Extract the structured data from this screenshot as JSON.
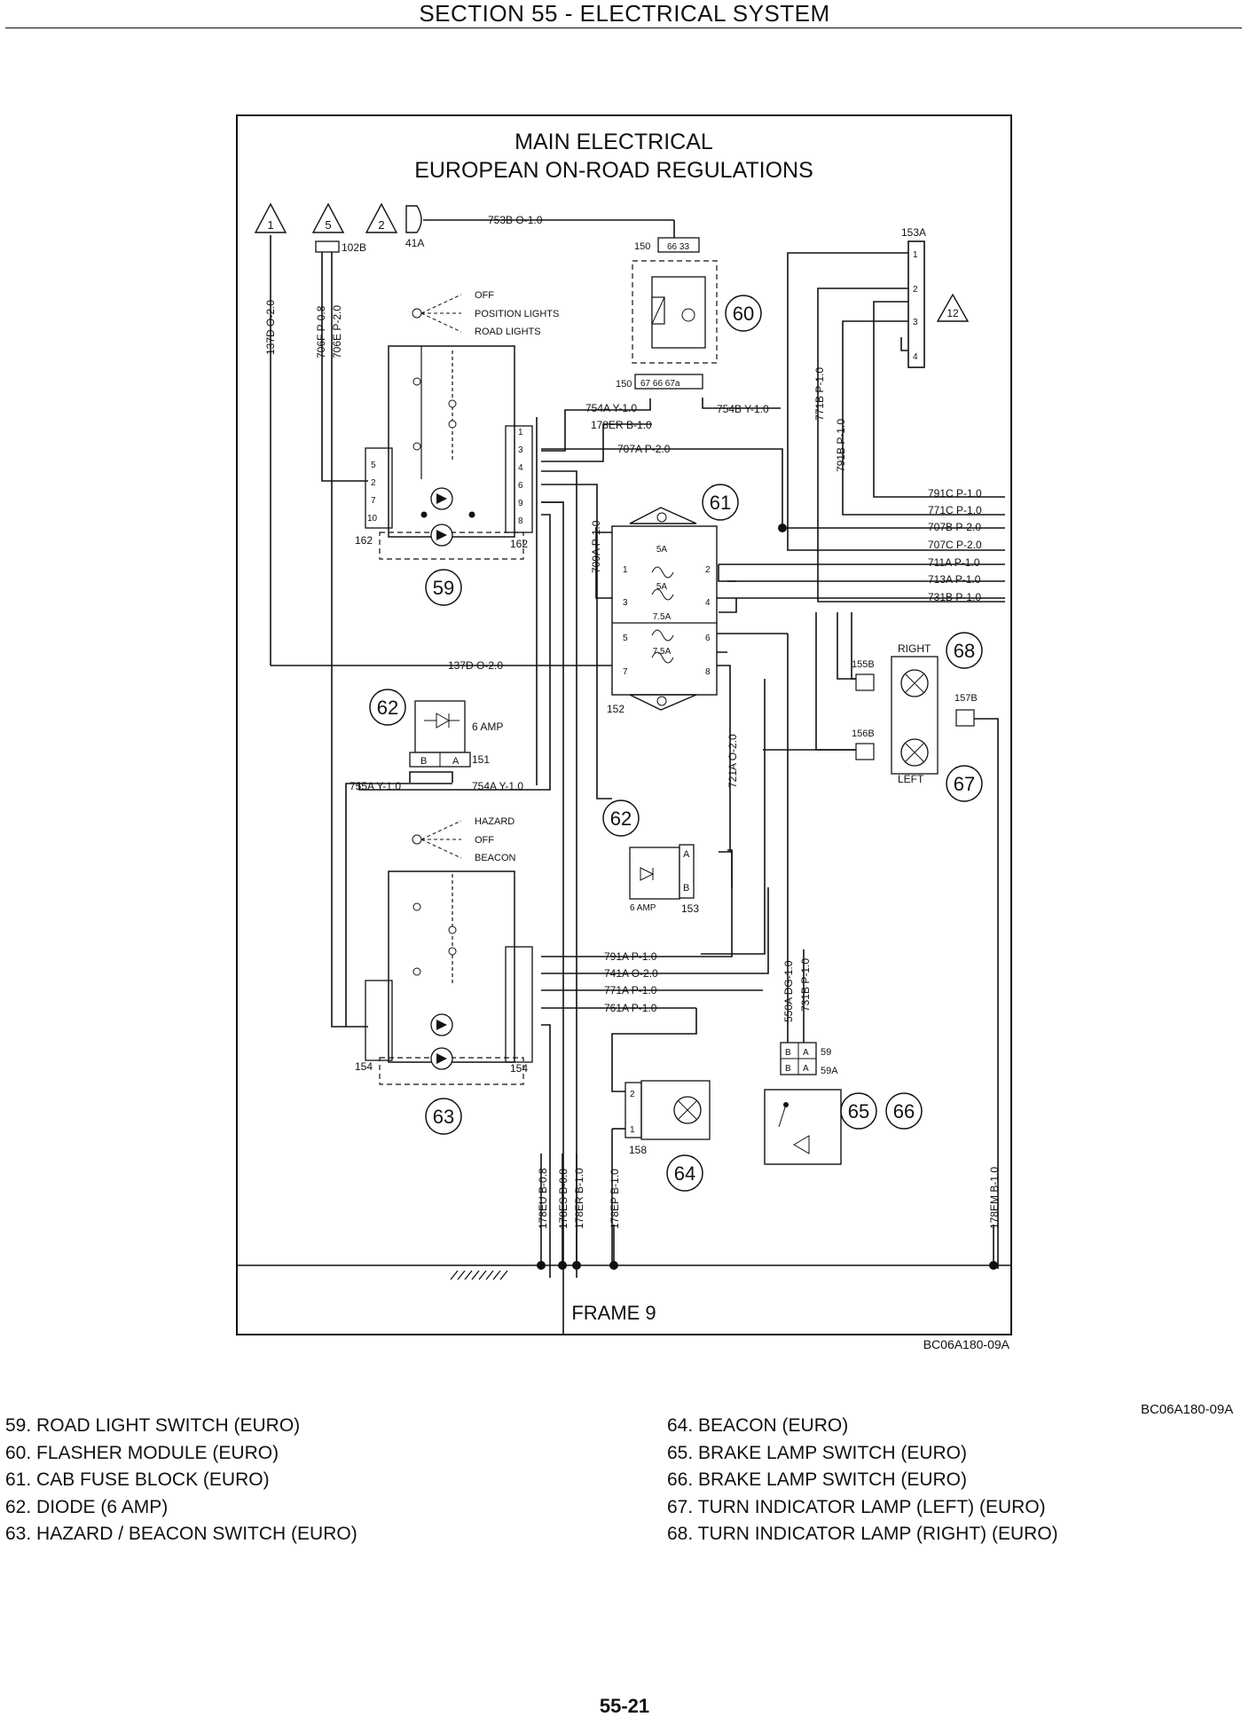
{
  "header": {
    "section_title": "SECTION 55 - ELECTRICAL SYSTEM"
  },
  "diagram": {
    "title_line1": "MAIN ELECTRICAL",
    "title_line2": "EUROPEAN ON-ROAD REGULATIONS",
    "figure_code": "BC06A180-09A",
    "frame_label": "FRAME 9",
    "sheet_refs": [
      "1",
      "5",
      "2",
      "12"
    ],
    "connectors": {
      "c41a": "41A",
      "c102b": "102B",
      "c150": "150",
      "c153a": "153A",
      "c162": "162",
      "c151": "151",
      "c152": "152",
      "c153": "153",
      "c154": "154",
      "c155b": "155B",
      "c156b": "156B",
      "c157b": "157B",
      "c158": "158",
      "c59": "59",
      "c59a": "59A"
    },
    "callouts": [
      "59",
      "60",
      "61",
      "62",
      "62",
      "63",
      "64",
      "65",
      "66",
      "67",
      "68"
    ],
    "switch59_positions": [
      "OFF",
      "POSITION LIGHTS",
      "ROAD LIGHTS"
    ],
    "switch63_positions": [
      "HAZARD",
      "OFF",
      "BEACON"
    ],
    "flasher_pins_top": "66   33",
    "flasher_pins_bottom": "67  66 67a",
    "fuse_ratings": [
      "5A",
      "5A",
      "7.5A",
      "7.5A"
    ],
    "fuse_pins": [
      "1",
      "2",
      "3",
      "4",
      "5",
      "6",
      "7",
      "8"
    ],
    "diode_rating_1": "6 AMP",
    "diode_rating_2": "6 AMP",
    "diode_pins": [
      "B",
      "A"
    ],
    "lamp_labels": {
      "right": "RIGHT",
      "left": "LEFT"
    },
    "switch_pins_left": [
      "5",
      "2",
      "7",
      "10"
    ],
    "switch_pins_right": [
      "1",
      "3",
      "4",
      "6",
      "9",
      "8"
    ],
    "relay_pins_153a": [
      "1",
      "2",
      "3",
      "4"
    ],
    "beacon_pins": [
      "2",
      "1"
    ],
    "brake_pins": [
      "B",
      "A",
      "B",
      "A"
    ],
    "wires": {
      "w753b": "753B O-1.0",
      "w137d_v": "137D O-2.0",
      "w706f": "706F P-0.8",
      "w706e": "706E P-2.0",
      "w754a_top": "754A Y-1.0",
      "w178er_top": "178ER B-1.0",
      "w754b": "754B Y-1.0",
      "w707a": "707A P-2.0",
      "w771b": "771B P-1.0",
      "w791b": "791B P-1.0",
      "w709a": "709A P-1.0",
      "w791c": "791C P-1.0",
      "w771c": "771C P-1.0",
      "w707b": "707B P-2.0",
      "w707c": "707C P-2.0",
      "w711a": "711A P-1.0",
      "w713a": "713A P-1.0",
      "w731b_h": "731B P-1.0",
      "w137d_h": "137D O-2.0",
      "w721a": "721A O-2.0",
      "w755a": "755A Y-1.0",
      "w754a_bot": "754A Y-1.0",
      "w791a": "791A P-1.0",
      "w741a": "741A O-2.0",
      "w771a": "771A P-1.0",
      "w761a": "761A P-1.0",
      "w550a": "550A DG-1.0",
      "w731b_v": "731B P-1.0",
      "w178eu": "178EU B-0.8",
      "w178es": "178ES B-0.8",
      "w178er": "178ER B-1.0",
      "w178ep": "178EP B-1.0",
      "w178em": "178EM B-1.0"
    }
  },
  "legend": {
    "ref_code": "BC06A180-09A",
    "left_items": [
      "59. ROAD LIGHT SWITCH (EURO)",
      "60. FLASHER MODULE (EURO)",
      "61. CAB FUSE BLOCK (EURO)",
      "62. DIODE (6 AMP)",
      "63. HAZARD / BEACON SWITCH (EURO)"
    ],
    "right_items": [
      "64. BEACON (EURO)",
      "65. BRAKE LAMP SWITCH (EURO)",
      "66. BRAKE LAMP SWITCH (EURO)",
      "67. TURN INDICATOR LAMP (LEFT) (EURO)",
      "68. TURN INDICATOR LAMP (RIGHT) (EURO)"
    ]
  },
  "footer": {
    "page_number": "55-21"
  }
}
